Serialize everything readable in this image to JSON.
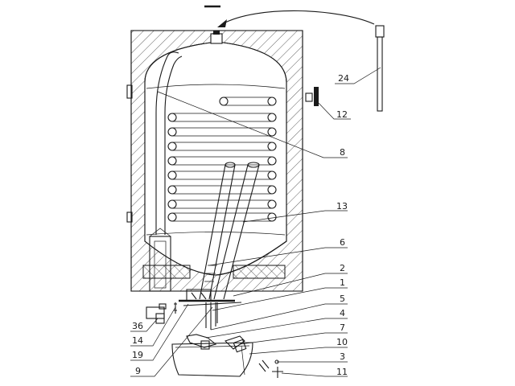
{
  "labels": {
    "l24": "24",
    "l12": "12",
    "l8": "8",
    "l13": "13",
    "l6": "6",
    "l2": "2",
    "l1": "1",
    "l5": "5",
    "l4": "4",
    "l7": "7",
    "l10": "10",
    "l3": "3",
    "l11": "11",
    "l36": "36",
    "l14": "14",
    "l19": "19",
    "l9": "9"
  }
}
